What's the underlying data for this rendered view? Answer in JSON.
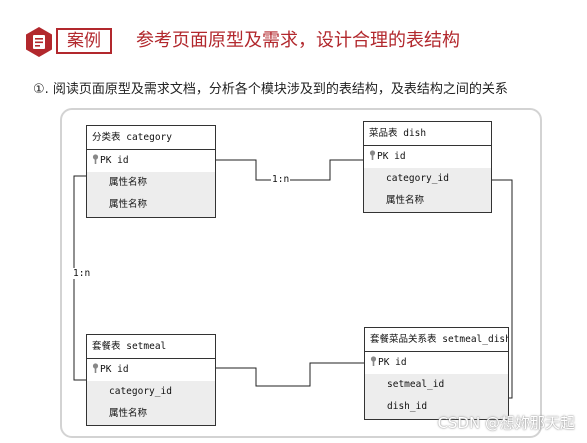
{
  "header": {
    "tag": "案例",
    "title": "参考页面原型及需求，设计合理的表结构"
  },
  "subtitle": "①. 阅读页面原型及需求文档，分析各个模块涉及到的表结构，及表结构之间的关系",
  "tables": {
    "category": {
      "title": "分类表 category",
      "pk": "PK id",
      "fields": [
        "属性名称",
        "属性名称"
      ]
    },
    "dish": {
      "title": "菜品表 dish",
      "pk": "PK id",
      "fields": [
        "category_id",
        "属性名称"
      ]
    },
    "setmeal": {
      "title": "套餐表 setmeal",
      "pk": "PK id",
      "fields": [
        "category_id",
        "属性名称"
      ]
    },
    "setmeal_dish": {
      "title": "套餐菜品关系表 setmeal_dish",
      "pk": "PK id",
      "fields": [
        "setmeal_id",
        "dish_id"
      ]
    }
  },
  "relations": {
    "category_dish": "1:n",
    "category_setmeal": "1:n"
  },
  "watermark": "CSDN @想妳那天起",
  "colors": {
    "accent": "#b2282d",
    "panel_border": "#d3d3d3",
    "attr_bg": "#ededed"
  },
  "icons": {
    "header": "document-icon",
    "primary_key": "key-icon"
  }
}
